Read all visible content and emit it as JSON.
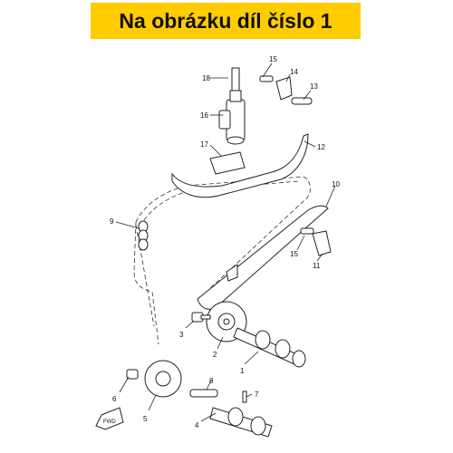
{
  "banner": {
    "title": "Na obrázku díl číslo 1"
  },
  "callouts": {
    "c1": "1",
    "c2": "2",
    "c3": "3",
    "c4": "4",
    "c5": "5",
    "c6": "6",
    "c7": "7",
    "c8": "8",
    "c9": "9",
    "c10": "10",
    "c11": "11",
    "c12": "12",
    "c13": "13",
    "c14": "14",
    "c15a": "15",
    "c15b": "15",
    "c16": "16",
    "c17": "17",
    "c18": "18"
  },
  "fwd_mark": {
    "label": "FWD"
  },
  "colors": {
    "banner_bg": "#ffcc00",
    "banner_text": "#111111",
    "line": "#222222"
  }
}
